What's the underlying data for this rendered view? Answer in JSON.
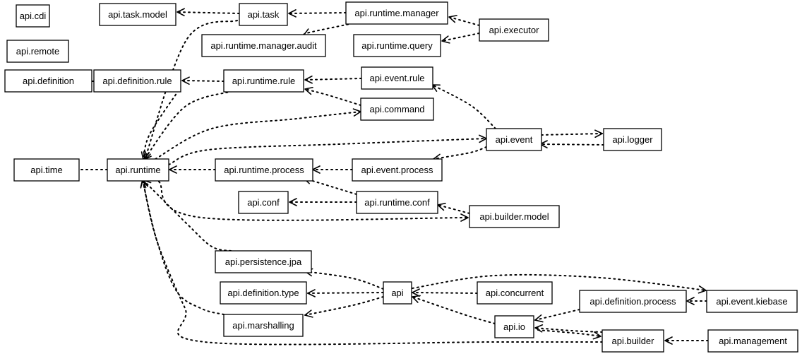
{
  "diagram": {
    "nodes": [
      {
        "id": "cdi",
        "label": "api.cdi"
      },
      {
        "id": "remote",
        "label": "api.remote"
      },
      {
        "id": "definition",
        "label": "api.definition"
      },
      {
        "id": "time",
        "label": "api.time"
      },
      {
        "id": "task_model",
        "label": "api.task.model"
      },
      {
        "id": "definition_rule",
        "label": "api.definition.rule"
      },
      {
        "id": "runtime",
        "label": "api.runtime"
      },
      {
        "id": "task",
        "label": "api.task"
      },
      {
        "id": "runtime_manager_audit",
        "label": "api.runtime.manager.audit"
      },
      {
        "id": "runtime_rule",
        "label": "api.runtime.rule"
      },
      {
        "id": "runtime_process",
        "label": "api.runtime.process"
      },
      {
        "id": "conf",
        "label": "api.conf"
      },
      {
        "id": "persistence_jpa",
        "label": "api.persistence.jpa"
      },
      {
        "id": "definition_type",
        "label": "api.definition.type"
      },
      {
        "id": "marshalling",
        "label": "api.marshalling"
      },
      {
        "id": "runtime_manager",
        "label": "api.runtime.manager"
      },
      {
        "id": "runtime_query",
        "label": "api.runtime.query"
      },
      {
        "id": "event_rule",
        "label": "api.event.rule"
      },
      {
        "id": "command",
        "label": "api.command"
      },
      {
        "id": "event_process",
        "label": "api.event.process"
      },
      {
        "id": "runtime_conf",
        "label": "api.runtime.conf"
      },
      {
        "id": "api",
        "label": "api"
      },
      {
        "id": "executor",
        "label": "api.executor"
      },
      {
        "id": "event",
        "label": "api.event"
      },
      {
        "id": "builder_model",
        "label": "api.builder.model"
      },
      {
        "id": "concurrent",
        "label": "api.concurrent"
      },
      {
        "id": "io",
        "label": "api.io"
      },
      {
        "id": "definition_process",
        "label": "api.definition.process"
      },
      {
        "id": "builder",
        "label": "api.builder"
      },
      {
        "id": "logger",
        "label": "api.logger"
      },
      {
        "id": "event_kiebase",
        "label": "api.event.kiebase"
      },
      {
        "id": "management",
        "label": "api.management"
      }
    ],
    "edges": [
      {
        "from": "task",
        "to": "task_model"
      },
      {
        "from": "runtime_manager",
        "to": "task"
      },
      {
        "from": "runtime_manager",
        "to": "runtime_manager_audit"
      },
      {
        "from": "executor",
        "to": "runtime_manager"
      },
      {
        "from": "executor",
        "to": "runtime_query"
      },
      {
        "from": "definition_rule",
        "to": "definition"
      },
      {
        "from": "runtime_rule",
        "to": "definition_rule"
      },
      {
        "from": "event_rule",
        "to": "runtime_rule"
      },
      {
        "from": "command",
        "to": "runtime_rule"
      },
      {
        "from": "event",
        "to": "event_rule"
      },
      {
        "from": "runtime",
        "to": "time"
      },
      {
        "from": "task",
        "to": "runtime"
      },
      {
        "from": "definition_rule",
        "to": "runtime"
      },
      {
        "from": "runtime_rule",
        "to": "runtime"
      },
      {
        "from": "runtime",
        "to": "command"
      },
      {
        "from": "runtime",
        "to": "event"
      },
      {
        "from": "runtime_process",
        "to": "runtime"
      },
      {
        "from": "event",
        "to": "logger"
      },
      {
        "from": "logger",
        "to": "event"
      },
      {
        "from": "event",
        "to": "event_process"
      },
      {
        "from": "event_process",
        "to": "runtime_process"
      },
      {
        "from": "runtime_conf",
        "to": "runtime_process"
      },
      {
        "from": "runtime_conf",
        "to": "conf"
      },
      {
        "from": "builder_model",
        "to": "runtime_conf"
      },
      {
        "from": "runtime",
        "to": "builder_model"
      },
      {
        "from": "persistence_jpa",
        "to": "runtime"
      },
      {
        "from": "marshalling",
        "to": "runtime"
      },
      {
        "from": "builder",
        "to": "runtime"
      },
      {
        "from": "api",
        "to": "persistence_jpa"
      },
      {
        "from": "api",
        "to": "definition_type"
      },
      {
        "from": "api",
        "to": "marshalling"
      },
      {
        "from": "concurrent",
        "to": "api"
      },
      {
        "from": "io",
        "to": "api"
      },
      {
        "from": "api",
        "to": "event_kiebase"
      },
      {
        "from": "event_kiebase",
        "to": "definition_process"
      },
      {
        "from": "definition_process",
        "to": "io"
      },
      {
        "from": "builder",
        "to": "io"
      },
      {
        "from": "io",
        "to": "builder"
      },
      {
        "from": "management",
        "to": "builder"
      }
    ]
  }
}
